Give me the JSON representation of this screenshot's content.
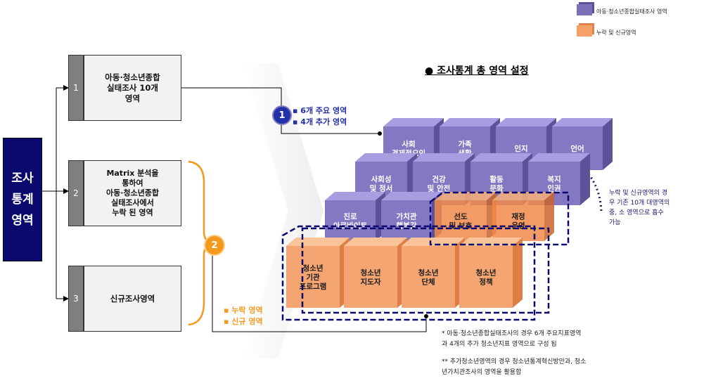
{
  "legend": [
    {
      "label": "아동·청소년종합실태조사 영역",
      "color": "#7b6fb8"
    },
    {
      "label": "누락 및 신규영역",
      "color": "#f4a26a"
    }
  ],
  "root_label": [
    "조사",
    "통계",
    "영역"
  ],
  "areas": [
    {
      "number": "1",
      "label": "아동·청소년종합\n실태조사 10개\n영역"
    },
    {
      "number": "2",
      "label": "Matrix 분석을\n통하여\n아동·청소년종합\n실태조사에서\n누락 된 영역"
    },
    {
      "number": "3",
      "label": "신규조사영역"
    }
  ],
  "diagram_title": "● 조사통계 총 영역 설정",
  "badge1": {
    "number": "1",
    "items": [
      "▪ 6개 주요 영역",
      "▪ 4개 추가 영역"
    ],
    "color": "#2231a8"
  },
  "badge2": {
    "number": "2",
    "items": [
      "▪ 누락 영역",
      "▪ 신규 영역"
    ],
    "color": "#f39a1e"
  },
  "cube_rows": {
    "back": [
      "사회\n경제적요인",
      "가족\n생활",
      "인지",
      "언어"
    ],
    "middle": [
      "사회성\n및 정서",
      "건강\n및 안전",
      "활동\n문화",
      "복지\n인권"
    ],
    "front_purple": [
      "진로\n아르바이트",
      "가치관\n행복감"
    ],
    "front_orange_top": [
      "선도\n및 보호",
      "재정\n운영"
    ],
    "orange_row": [
      "청소년\n기관\n프로그램",
      "청소년\n지도자",
      "청소년\n단체",
      "청소년\n정책"
    ]
  },
  "annotation": "누락 및 신규영역의 경\n우 기존 10개 대영역의\n중, 소 영역으로 흡수\n가능",
  "footnotes": [
    "* 아동·청소년종합실태조사의 경우 6개 주요지표영역\n과 4개의 추가 청소년지표 영역으로 구성 됨",
    "** 추가청소년영역의 경우 청소년통계혁신방안과, 청소\n년가치관조사의 영역을 활용함"
  ]
}
